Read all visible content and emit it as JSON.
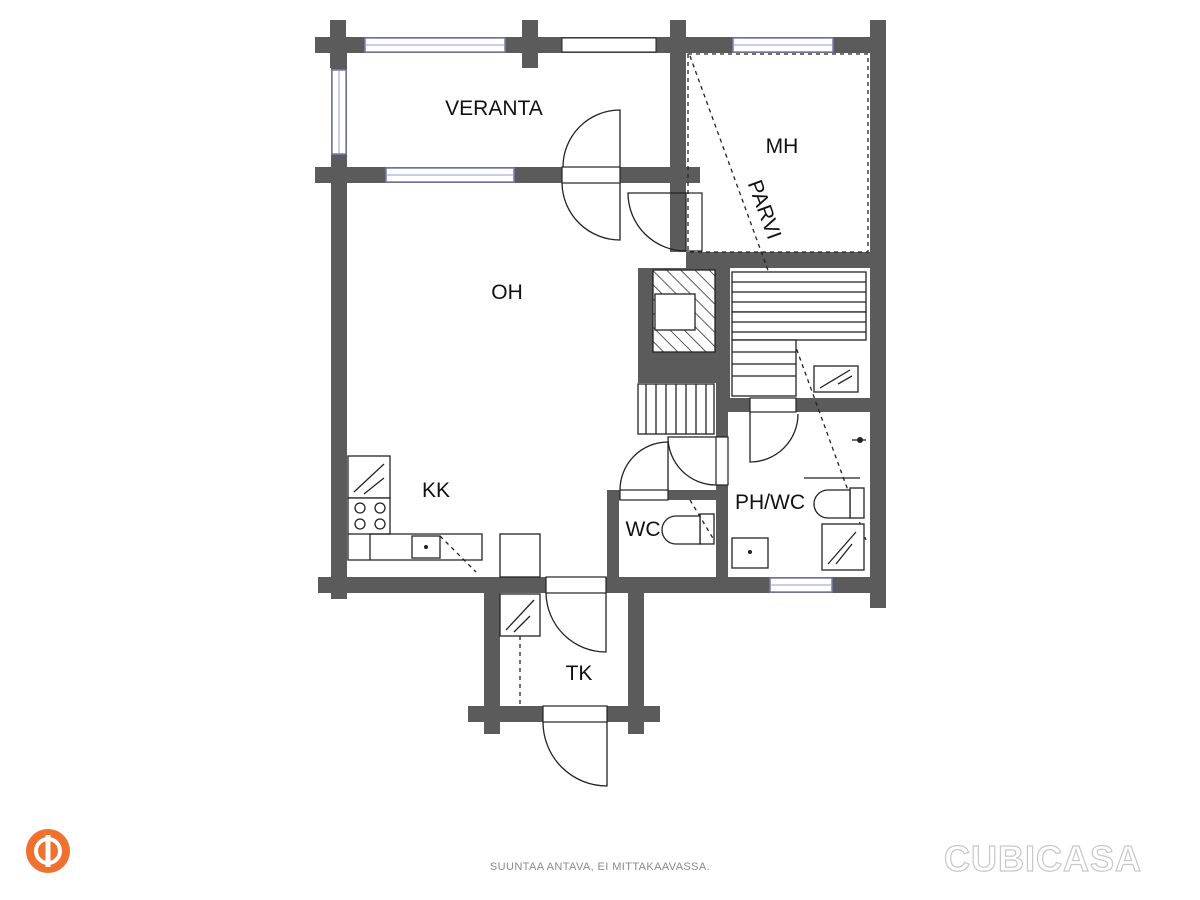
{
  "rooms": {
    "veranta": "VERANTA",
    "mh": "MH",
    "parvi": "PARVI",
    "oh": "OH",
    "kk": "KK",
    "ph_wc": "PH/WC",
    "wc": "WC",
    "tk": "TK"
  },
  "footer": {
    "note": "SUUNTAA ANTAVA, EI MITTAKAAVASSA.",
    "brand": "CUBICASA"
  },
  "icons": {
    "logo": "bank-logo-icon"
  },
  "colors": {
    "wall": "#5b5b5b",
    "logo": "#f07030",
    "window": "#7a7ab0"
  }
}
